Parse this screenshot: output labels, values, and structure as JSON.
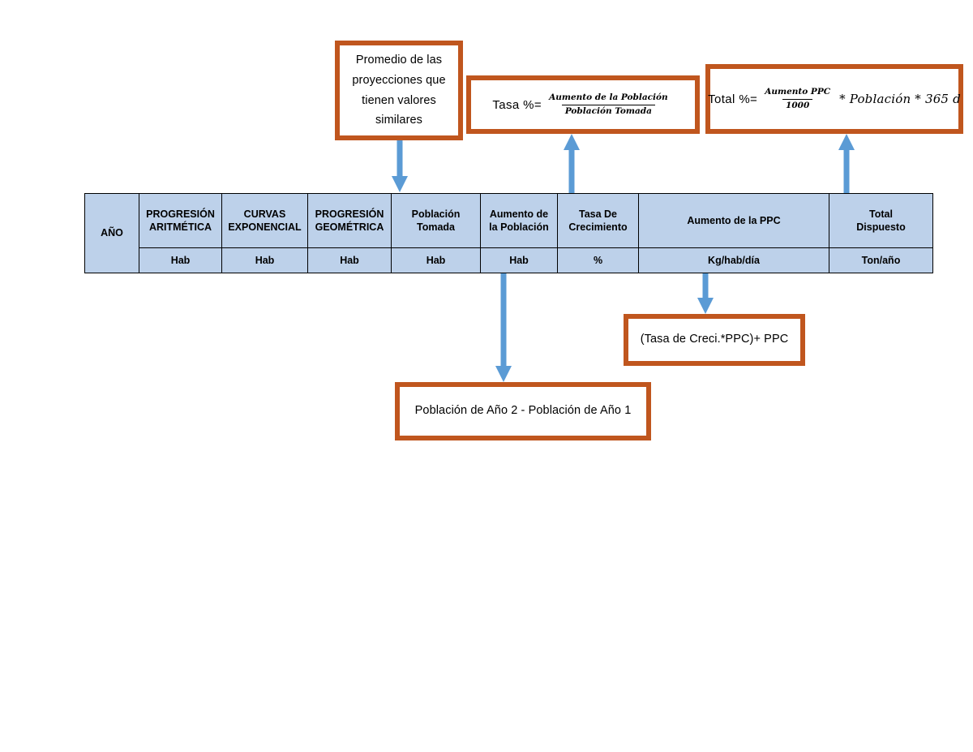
{
  "diagram": {
    "title": "Tabla de proyección de población y residuos",
    "colors": {
      "box_border": "#C0561E",
      "box_fill": "#FFFFFF",
      "arrow": "#5B9BD5",
      "table_fill": "#BDD1EA",
      "table_border": "#000000",
      "text": "#000000"
    }
  },
  "boxes": {
    "promedio": {
      "text": "Promedio de las proyecciones que tienen valores similares"
    },
    "tasa_formula": {
      "lead": "Tasa %=",
      "numerator": "Aumento de la Población",
      "denominator": "Población Tomada"
    },
    "total_formula": {
      "lead": "Total %=",
      "numerator": "Aumento PPC",
      "denominator": "1000",
      "tail": "* Población * 365 d"
    },
    "creci_ppc": {
      "text": "(Tasa de Creci.*PPC)+ PPC"
    },
    "poblacion_diferencia": {
      "text": "Población de Año 2 - Población de Año 1"
    }
  },
  "table": {
    "headers": [
      "AÑO",
      "PROGRESIÓN ARITMÉTICA",
      "CURVAS EXPONENCIAL",
      "PROGRESIÓN GEOMÉTRICA",
      "Población Tomada",
      "Aumento de la Población",
      "Tasa De Crecimiento",
      "Aumento de la PPC",
      "Total Dispuesto"
    ],
    "headers_split": {
      "anio": "AÑO",
      "prog_aritmetica_l1": "PROGRESIÓN",
      "prog_aritmetica_l2": "ARITMÉTICA",
      "curvas_l1": "CURVAS",
      "curvas_l2": "EXPONENCIAL",
      "prog_geometrica_l1": "PROGRESIÓN",
      "prog_geometrica_l2": "GEOMÉTRICA",
      "poblacion_tomada_l1": "Población",
      "poblacion_tomada_l2": "Tomada",
      "aumento_poblacion_l1": "Aumento de",
      "aumento_poblacion_l2": "la Población",
      "tasa_crecimiento_l1": "Tasa De",
      "tasa_crecimiento_l2": "Crecimiento",
      "aumento_ppc": "Aumento de la PPC",
      "total_dispuesto_l1": "Total",
      "total_dispuesto_l2": "Dispuesto"
    },
    "units": [
      "",
      "Hab",
      "Hab",
      "Hab",
      "Hab",
      "Hab",
      "%",
      "Kg/hab/día",
      "Ton/año"
    ]
  },
  "arrows": [
    {
      "name": "promedio-to-poblacion-tomada",
      "direction": "down",
      "from": "Promedio de las proyecciones",
      "to": "Población Tomada"
    },
    {
      "name": "tasa-crecimiento-to-tasa-formula",
      "direction": "up",
      "from": "Tasa De Crecimiento",
      "to": "Tasa % formula"
    },
    {
      "name": "total-dispuesto-to-total-formula",
      "direction": "up",
      "from": "Total Dispuesto",
      "to": "Total % formula"
    },
    {
      "name": "aumento-ppc-to-creci-formula",
      "direction": "down",
      "from": "Aumento de la PPC",
      "to": "(Tasa de Creci.*PPC)+ PPC"
    },
    {
      "name": "aumento-poblacion-to-diferencia",
      "direction": "down",
      "from": "Aumento de la Población",
      "to": "Población de Año 2 - Población de Año 1"
    }
  ]
}
